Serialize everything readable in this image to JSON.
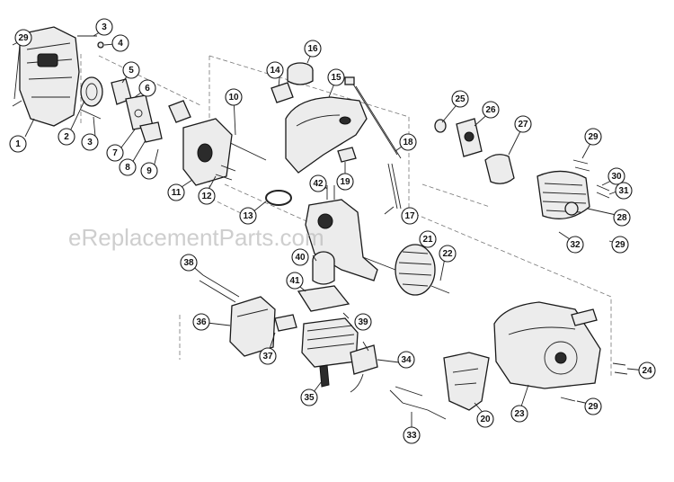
{
  "diagram": {
    "watermark": "eReplacementParts.com",
    "callouts": [
      "1",
      "2",
      "3",
      "3",
      "4",
      "5",
      "6",
      "7",
      "8",
      "9",
      "10",
      "11",
      "12",
      "13",
      "14",
      "15",
      "16",
      "17",
      "18",
      "19",
      "20",
      "21",
      "22",
      "23",
      "24",
      "25",
      "26",
      "27",
      "28",
      "29",
      "29",
      "29",
      "29",
      "30",
      "31",
      "32",
      "33",
      "34",
      "35",
      "36",
      "37",
      "38",
      "39",
      "40",
      "41",
      "42"
    ]
  }
}
